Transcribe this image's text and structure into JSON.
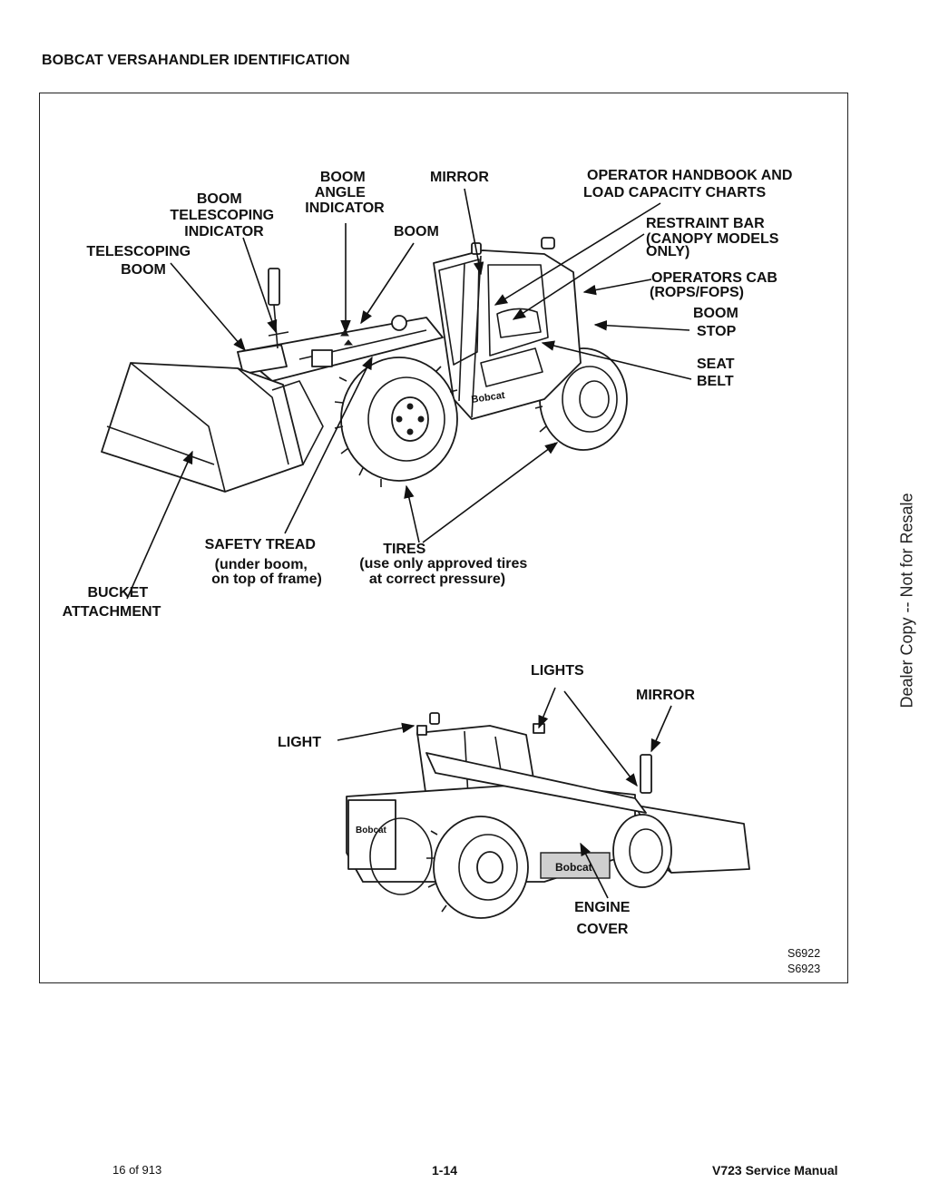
{
  "header": {
    "title": "BOBCAT VERSAHANDLER IDENTIFICATION"
  },
  "labels": {
    "boom_telescoping_indicator": [
      "BOOM",
      "TELESCOPING",
      "INDICATOR"
    ],
    "boom_angle_indicator": [
      "BOOM",
      "ANGLE",
      "INDICATOR"
    ],
    "mirror_top": "MIRROR",
    "operator_handbook": [
      "OPERATOR HANDBOOK AND",
      "LOAD CAPACITY CHARTS"
    ],
    "telescoping_boom": [
      "TELESCOPING",
      "BOOM"
    ],
    "boom": "BOOM",
    "restraint_bar": [
      "RESTRAINT BAR",
      "(CANOPY MODELS",
      "ONLY)"
    ],
    "operators_cab": [
      "OPERATORS CAB",
      "(ROPS/FOPS)"
    ],
    "boom_stop": [
      "BOOM",
      "STOP"
    ],
    "seat_belt": [
      "SEAT",
      "BELT"
    ],
    "safety_tread": [
      "SAFETY TREAD",
      "(under boom,",
      "on top of frame)"
    ],
    "tires": [
      "TIRES",
      "(use only approved tires",
      "at correct pressure)"
    ],
    "bucket_attachment": [
      "BUCKET",
      "ATTACHMENT"
    ],
    "lights": "LIGHTS",
    "mirror_bottom": "MIRROR",
    "light": "LIGHT",
    "engine_cover": [
      "ENGINE",
      "COVER"
    ]
  },
  "decals": {
    "brand": "Bobcat"
  },
  "figure_codes": [
    "S6922",
    "S6923"
  ],
  "side_note": "Dealer Copy -- Not for Resale",
  "footer": {
    "page_count": "16 of 913",
    "page_number": "1-14",
    "manual": "V723 Service Manual"
  }
}
